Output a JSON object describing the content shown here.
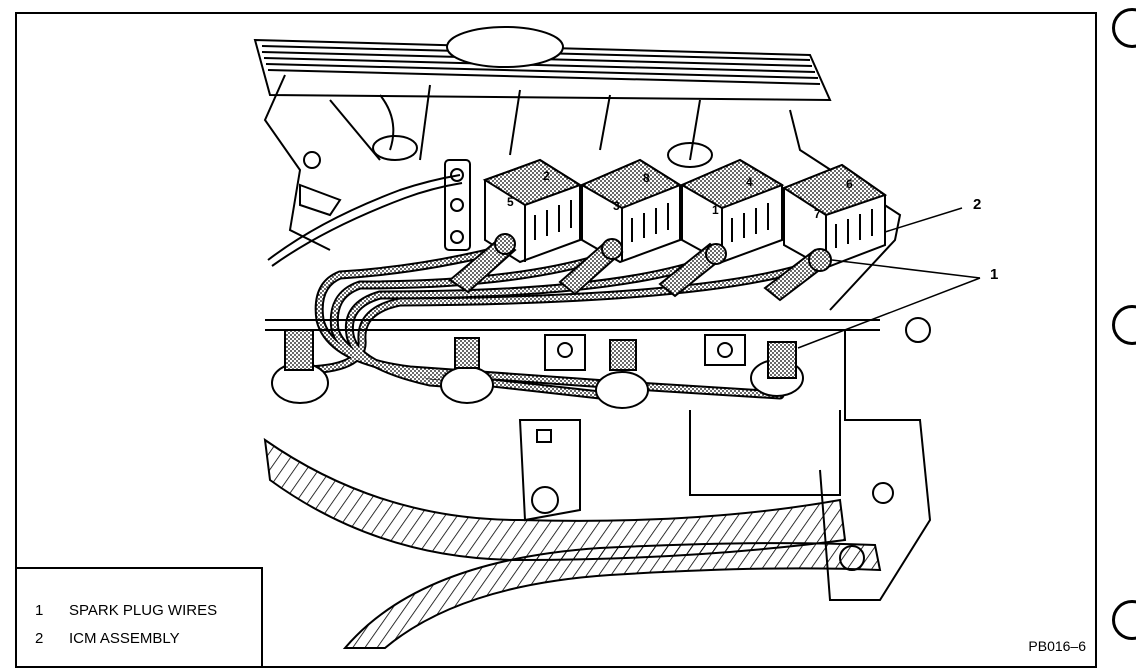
{
  "callouts": {
    "one": "1",
    "two": "2"
  },
  "coil_numbers": [
    "5",
    "2",
    "3",
    "8",
    "1",
    "4",
    "7",
    "6"
  ],
  "legend": [
    {
      "num": "1",
      "label": "SPARK PLUG WIRES"
    },
    {
      "num": "2",
      "label": "ICM ASSEMBLY"
    }
  ],
  "figure_id": "PB016–6"
}
